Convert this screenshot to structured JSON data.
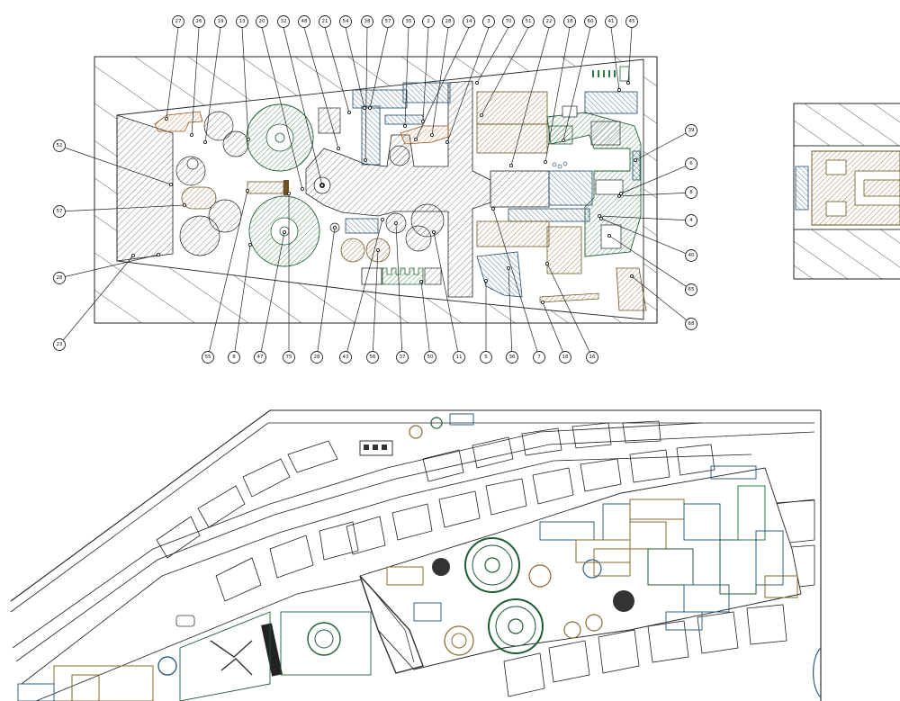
{
  "colors": {
    "ink": "#222222",
    "gray": "#5f5f5f",
    "green": "#2e7a4a",
    "blue": "#2f5f86",
    "tan": "#8a6a2e",
    "orange": "#c06a1a"
  },
  "callouts": {
    "top": [
      "27",
      "26",
      "19",
      "13",
      "20",
      "32",
      "48",
      "21",
      "54",
      "38",
      "57",
      "35",
      "2",
      "28",
      "14",
      "3",
      "70",
      "51",
      "22",
      "18",
      "60",
      "41",
      "45"
    ],
    "bottom": [
      "55",
      "8",
      "47",
      "75",
      "28",
      "43",
      "56",
      "37",
      "50",
      "11",
      "5",
      "36",
      "7",
      "18",
      "16"
    ],
    "left": [
      "52",
      "57",
      "28",
      "23"
    ],
    "right": [
      "39",
      "6",
      "8",
      "4",
      "40",
      "65",
      "68"
    ]
  }
}
